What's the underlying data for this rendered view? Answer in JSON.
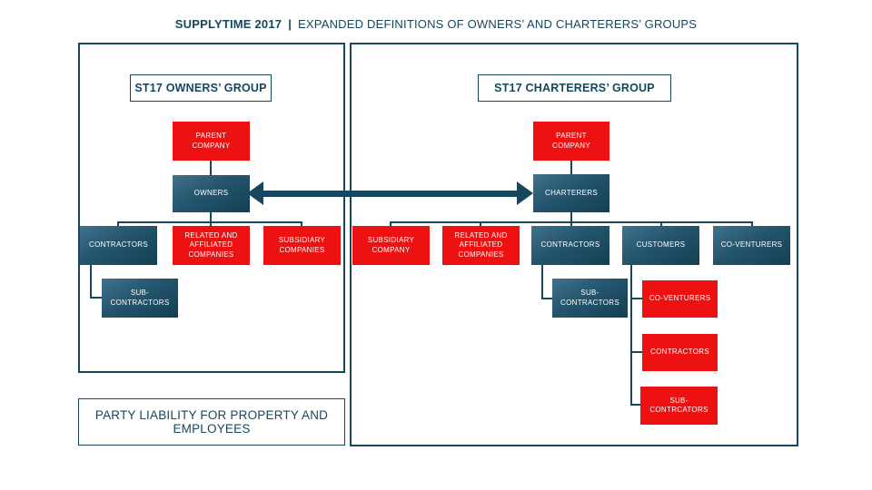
{
  "title": {
    "brand": "SUPPLYTIME 2017",
    "separator": "|",
    "text": "EXPANDED DEFINITIONS OF OWNERS’ AND CHARTERERS’ GROUPS"
  },
  "colors": {
    "accent_teal": "#17475C",
    "node_red": "#ED1111",
    "node_blue_dark": "#133F54",
    "node_blue_light": "#41718B",
    "background": "#FFFFFF"
  },
  "owners_group": {
    "header": "ST17 OWNERS’ GROUP",
    "parent_company": "PARENT\nCOMPANY",
    "owners": "OWNERS",
    "contractors": "CONTRACTORS",
    "related_affiliated": "RELATED AND\nAFFILIATED\nCOMPANIES",
    "subsidiary_companies": "SUBSIDIARY\nCOMPANIES",
    "sub_contractors": "SUB-\nCONTRACTORS"
  },
  "charterers_group": {
    "header": "ST17 CHARTERERS’ GROUP",
    "parent_company": "PARENT\nCOMPANY",
    "charterers": "CHARTERERS",
    "subsidiary_company": "SUBSIDIARY\nCOMPANY",
    "related_affiliated": "RELATED AND\nAFFILIATED\nCOMPANIES",
    "contractors": "CONTRACTORS",
    "customers": "CUSTOMERS",
    "co_venturers": "CO-VENTURERS",
    "sub_contractors": "SUB-\nCONTRACTORS",
    "co_venturers_red": "CO-VENTURERS",
    "contractors_red": "CONTRACTORS",
    "sub_contrcators_red": "SUB-\nCONTRCATORS"
  },
  "footer": {
    "label": "PARTY LIABILITY FOR PROPERTY AND\nEMPLOYEES"
  }
}
